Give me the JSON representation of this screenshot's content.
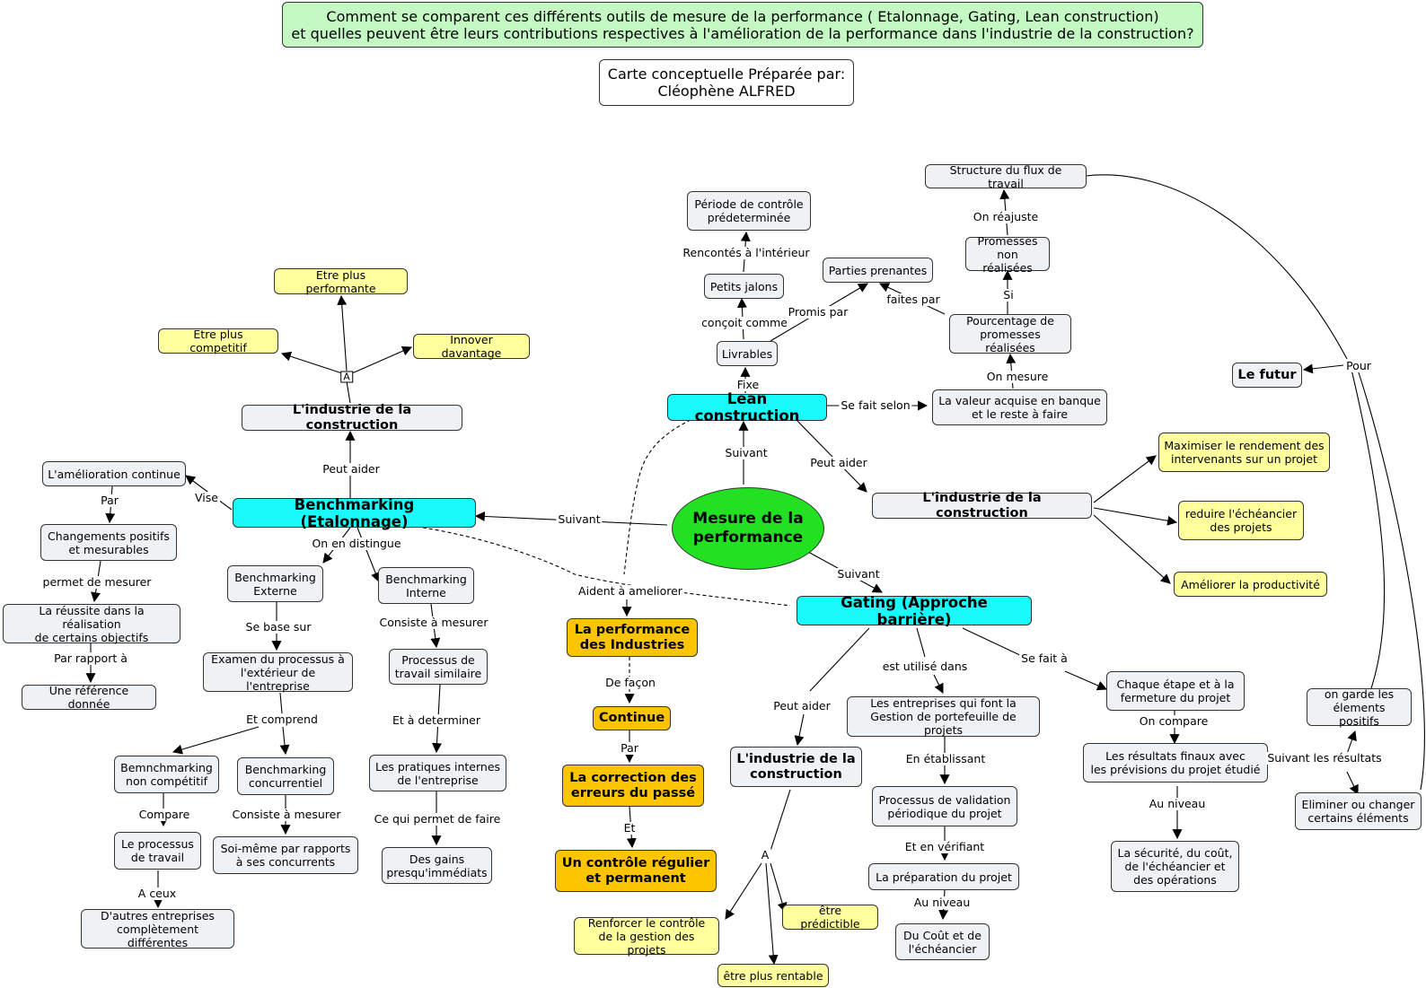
{
  "title": {
    "line1": "Comment se comparent ces différents outils  de mesure de la performance ( Etalonnage, Gating, Lean construction)",
    "line2": "et quelles peuvent être leurs contributions respectives à l'amélioration de la performance dans l'industrie de la construction?"
  },
  "author": {
    "line1": "Carte conceptuelle Préparée par:",
    "line2": "Cléophène ALFRED"
  },
  "nodes": {
    "center": "Mesure de la\nperformance",
    "benchmarking": "Benchmarking (Etalonnage)",
    "lean": "Lean construction",
    "gating": "Gating (Approche barrière)",
    "ind_bench": "L'industrie de la construction",
    "ind_lean": "L'industrie de la construction",
    "ind_gating": "L'industrie de la\nconstruction",
    "plus_perf": "Etre plus performante",
    "plus_comp": "Etre plus competitif",
    "innover": "Innover davantage",
    "amelioration": "L'amélioration continue",
    "changements": "Changements positifs\net mesurables",
    "reussite": "La réussite dans la réalisation\nde certains objectifs",
    "reference": "Une référence donnée",
    "bench_ext": "Benchmarking\nExterne",
    "bench_int": "Benchmarking\nInterne",
    "examen": "Examen du processus à\nl'extérieur de l'entreprise",
    "processus_sim": "Processus de\ntravail similaire",
    "pratiques": "Les pratiques internes\nde l'entreprise",
    "gains": "Des gains\npresqu'immédiats",
    "non_comp": "Bemnchmarking\nnon compétitif",
    "concurrentiel": "Benchmarking\nconcurrentiel",
    "proc_travail": "Le processus\nde travail",
    "soi_meme": "Soi-même par rapports\nà ses concurrents",
    "autres": "D'autres entreprises\ncomplètement différentes",
    "perf_ind": "La performance\ndes Industries",
    "continue": "Continue",
    "correction": "La correction des\nerreurs du passé",
    "controle": "Un contrôle régulier\net permanent",
    "periode": "Période de contrôle\nprédeterminée",
    "jalons": "Petits jalons",
    "livrables": "Livrables",
    "parties": "Parties prenantes",
    "structure": "Structure du flux de travail",
    "promesses_nr": "Promesses\nnon réalisées",
    "pourcentage": "Pourcentage de\npromesses réalisées",
    "valeur": "La valeur acquise en banque\net le reste à faire",
    "futur": "Le futur",
    "maximiser": "Maximiser le rendement des\nintervenants sur un projet",
    "reduire": "reduire l'échéancier\ndes projets",
    "productivite": "Améliorer la productivité",
    "entreprises": "Les entreprises qui font la\nGestion de portefeuille de projets",
    "validation": "Processus de validation\npériodique du projet",
    "preparation": "La préparation du projet",
    "cout": "Du Coût et de\nl'échéancier",
    "chaque": "Chaque étape et à la\nfermeture du projet",
    "resultats": "Les résultats finaux avec\nles prévisions du projet étudié",
    "securite": "La sécurité, du coût,\nde l'échéancier et\ndes opérations",
    "garde": "on garde les\nélements positifs",
    "eliminer": "Eliminer ou changer\ncertains éléments",
    "renforcer": "Renforcer le contrôle\nde la gestion des projets",
    "predictible": "être prédictible",
    "rentable": "être plus rentable"
  },
  "labels": {
    "suivant_bench": "Suivant",
    "suivant_lean": "Suivant",
    "suivant_gating": "Suivant",
    "peut_aider_bench": "Peut aider",
    "a_bench": "A",
    "vise": "Vise",
    "par1": "Par",
    "permet": "permet de mesurer",
    "par_rapport": "Par rapport à",
    "on_distingue": "On en distingue",
    "se_base": "Se base sur",
    "et_comprend": "Et comprend",
    "compare": "Compare",
    "a_ceux": "A ceux",
    "consiste1": "Consiste à mesurer",
    "consiste2": "Consiste à mesurer",
    "et_determiner": "Et à determiner",
    "ce_qui": "Ce qui permet de faire",
    "aident": "Aident à ameliorer",
    "de_facon": "De façon",
    "par2": "Par",
    "et": "Et",
    "fixe": "Fixe",
    "concoit": "conçoit comme",
    "rencontres": "Rencontés à l'intérieur",
    "promis": "Promis par",
    "faites": "faites par",
    "si": "Si",
    "reajuste": "On réajuste",
    "on_mesure": "On mesure",
    "se_fait_selon": "Se fait selon",
    "peut_aider_lean": "Peut aider",
    "pour": "Pour",
    "peut_aider_gating": "Peut aider",
    "utilise": "est utilisé dans",
    "se_fait_a": "Se fait à",
    "etablissant": "En établissant",
    "verifiant": "Et en vérifiant",
    "au_niveau1": "Au niveau",
    "on_compare": "On compare",
    "au_niveau2": "Au niveau",
    "suivant_resultats": "Suivant les résultats",
    "a_gating": "A"
  }
}
